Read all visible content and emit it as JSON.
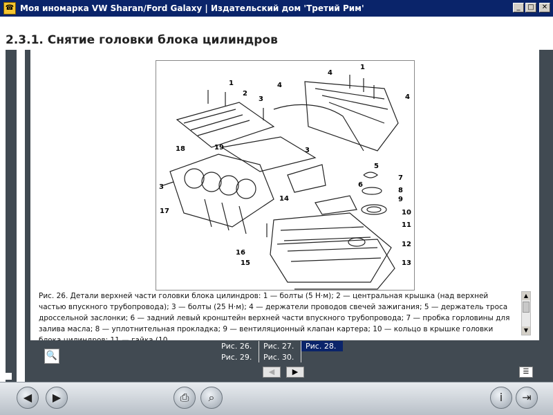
{
  "window": {
    "title": "Моя иномарка VW Sharan/Ford Galaxy | Издательский дом 'Третий Рим'",
    "minimize": "_",
    "maximize": "□",
    "close": "✕"
  },
  "section": {
    "title": "2.3.1. Снятие головки блока цилиндров"
  },
  "figure": {
    "callouts": [
      "1",
      "2",
      "3",
      "4",
      "1",
      "4",
      "18",
      "19",
      "3",
      "5",
      "7",
      "8",
      "6",
      "9",
      "10",
      "17",
      "14",
      "11",
      "12",
      "13",
      "16",
      "15",
      "3"
    ]
  },
  "caption": "Рис. 26. Детали верхней части головки блока цилиндров: 1 — болты (5 Н·м); 2 — центральная крышка (над верхней частью впускного трубопровода); 3 — болты (25 Н·м); 4 — держатели проводов свечей зажигания; 5 — держатель троса дроссельной заслонки; 6 — задний левый кронштейн верхней части впускного трубопровода; 7 — пробка горловины для залива масла; 8 — уплотнительная прокладка; 9 — вентиляционный клапан картера; 10 — кольцо в крышке головки блока цилиндров; 11 — гайка (10",
  "figure_nav": {
    "row1": [
      "Рис. 26.",
      "Рис. 27.",
      "Рис. 28."
    ],
    "row2": [
      "Рис. 29.",
      "Рис. 30.",
      ""
    ],
    "selected": "Рис. 28.",
    "prev_label": "◀",
    "next_label": "▶"
  },
  "icons": {
    "magnify": "magnifier-icon",
    "list": "list-icon",
    "back": "back-arrow-icon",
    "forward": "forward-arrow-icon",
    "print": "print-icon",
    "zoom": "zoom-icon",
    "info": "info-icon",
    "exit": "exit-icon"
  },
  "colors": {
    "titlebar": "#0a246a",
    "background": "#414a52",
    "selected_cell": "#0a246a"
  }
}
